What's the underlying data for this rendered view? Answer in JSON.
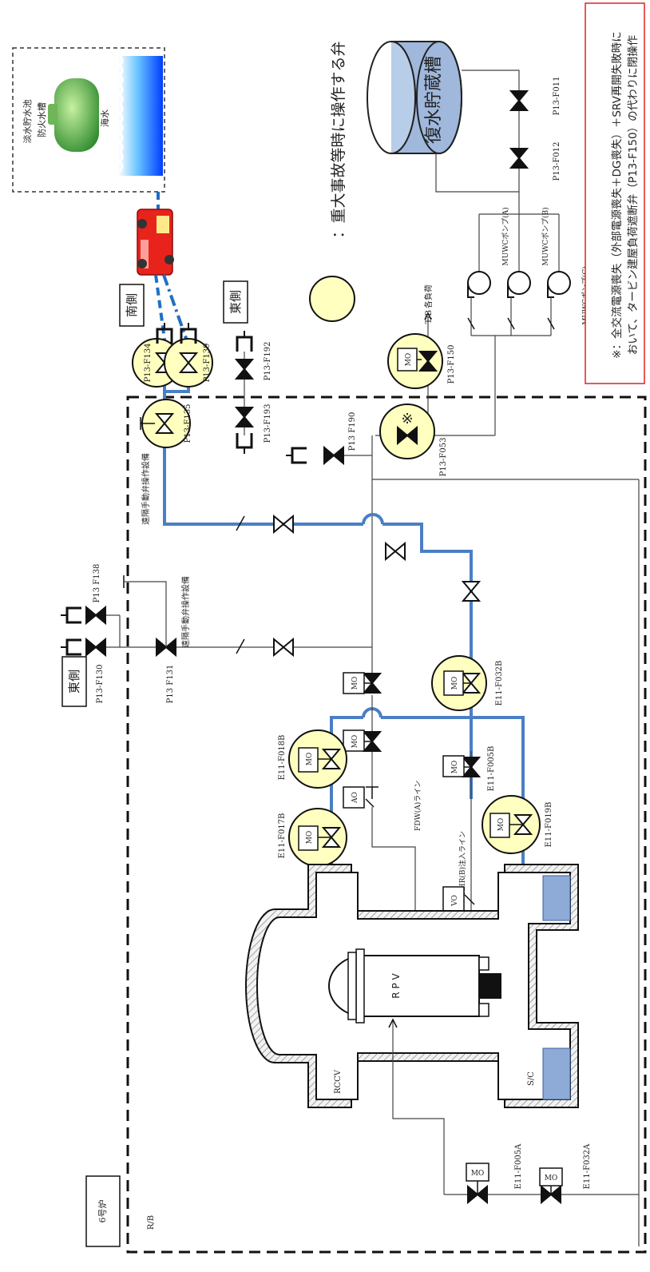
{
  "note": {
    "line1": "※：全交流電源喪失（外部電源喪失＋DG喪失）＋SRV再開失敗時に",
    "line2": "おいて、タービン建屋負荷遮断弁（P13-F150）の代わりに閉操作"
  },
  "legend": {
    "label": "：重大事故等時に操作する弁"
  },
  "tank": {
    "label": "復水貯蔵槽"
  },
  "water_source": {
    "pond": "淡水貯水池",
    "tank": "防火水槽",
    "sea": "海水"
  },
  "sides": {
    "south": "南側",
    "east_upper": "東側",
    "east_lower": "東側"
  },
  "unit": {
    "label": "6号炉"
  },
  "building": {
    "rb": "R/B",
    "rccv": "RCCV",
    "sc": "S/C",
    "rpv": "R P V"
  },
  "pumps": {
    "a": "MUWCポンプ(A)",
    "b": "MUWCポンプ(B)",
    "c": "MUWCポンプ(C)"
  },
  "valves": {
    "p13_f011": "P13-F011",
    "p13_f012": "P13-F012",
    "p13_f134": "P13-F134",
    "p13_f139": "P13-F139",
    "p13_f135": "P13-F135",
    "p13_f192": "P13-F192",
    "p13_f193": "P13-F193",
    "p13_f190": "P13 F190",
    "p13_f053": "P13-F053",
    "p13_f150": "P13-F150",
    "p13_f138": "P13 F138",
    "p13_f130": "P13-F130",
    "p13_f131": "P13 F131",
    "e11_f032b": "E11-F032B",
    "e11_f018b": "E11-F018B",
    "e11_f017b": "E11-F017B",
    "e11_f005b": "E11-F005B",
    "e11_f019b": "E11-F019B",
    "e11_f005a": "E11-F005A",
    "e11_f032a": "E11-F032A"
  },
  "misc": {
    "tb": "T/B",
    "loads": "各負荷",
    "remote1": "遠隔手動弁操作設備",
    "remote2": "遠隔手動弁操作設備",
    "fdw_line": "FDW(A)ライン",
    "rhr_line": "RHR(B)注入ライン",
    "mo": "MO",
    "ao": "AO",
    "vo": "VO",
    "asterisk": "※"
  }
}
